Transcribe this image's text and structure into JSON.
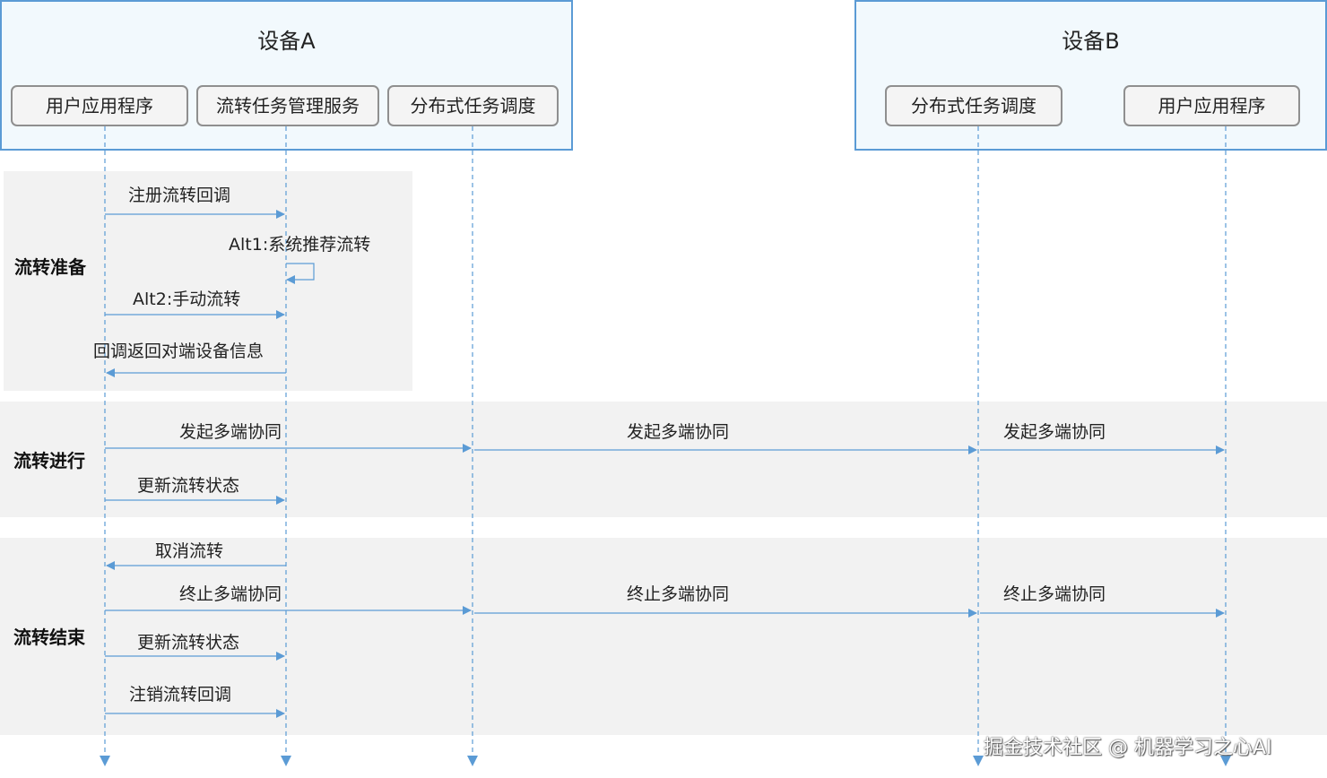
{
  "device_a": {
    "title": "设备A",
    "modules": [
      "用户应用程序",
      "流转任务管理服务",
      "分布式任务调度"
    ]
  },
  "device_b": {
    "title": "设备B",
    "modules": [
      "分布式任务调度",
      "用户应用程序"
    ]
  },
  "phases": [
    {
      "label": "流转准备"
    },
    {
      "label": "流转进行"
    },
    {
      "label": "流转结束"
    }
  ],
  "messages": [
    {
      "text": "注册流转回调",
      "from": "A-app",
      "to": "A-mgr"
    },
    {
      "text": "Alt1:系统推荐流转",
      "from": "A-mgr",
      "to": "A-mgr"
    },
    {
      "text": "Alt2:手动流转",
      "from": "A-app",
      "to": "A-mgr"
    },
    {
      "text": "回调返回对端设备信息",
      "from": "A-mgr",
      "to": "A-app"
    },
    {
      "text": "发起多端协同",
      "from": "A-app",
      "to": "A-dms"
    },
    {
      "text": "发起多端协同",
      "from": "A-dms",
      "to": "B-dms"
    },
    {
      "text": "发起多端协同",
      "from": "B-dms",
      "to": "B-app"
    },
    {
      "text": "更新流转状态",
      "from": "A-app",
      "to": "A-mgr"
    },
    {
      "text": "取消流转",
      "from": "A-mgr",
      "to": "A-app"
    },
    {
      "text": "终止多端协同",
      "from": "A-app",
      "to": "A-dms"
    },
    {
      "text": "终止多端协同",
      "from": "A-dms",
      "to": "B-dms"
    },
    {
      "text": "终止多端协同",
      "from": "B-dms",
      "to": "B-app"
    },
    {
      "text": "更新流转状态",
      "from": "A-app",
      "to": "A-mgr"
    },
    {
      "text": "注销流转回调",
      "from": "A-app",
      "to": "A-mgr"
    }
  ],
  "watermark": "掘金技术社区 @ 机器学习之心AI",
  "colors": {
    "device_border": "#5b9bd5",
    "device_fill": "#f2f9fd",
    "phase_fill": "#f2f2f2",
    "line": "#5b9bd5"
  }
}
